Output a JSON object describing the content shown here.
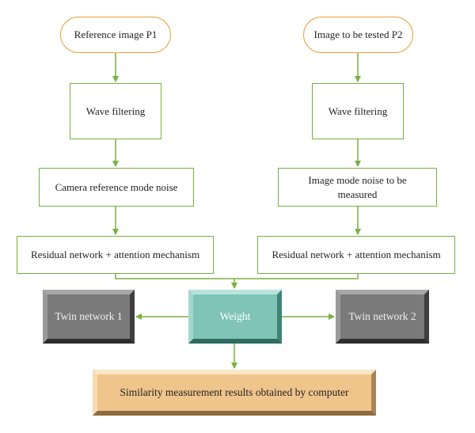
{
  "diagram": {
    "left_branch": {
      "input": "Reference image P1",
      "filter": "Wave filtering",
      "noise": "Camera reference mode noise",
      "network": "Residual network + attention mechanism"
    },
    "right_branch": {
      "input": "Image to be tested P2",
      "filter": "Wave filtering",
      "noise": "Image mode noise to be measured",
      "network": "Residual network + attention mechanism"
    },
    "weight": "Weight",
    "twin_1": "Twin network 1",
    "twin_2": "Twin network 2",
    "result": "Similarity measurement results obtained by computer"
  },
  "colors": {
    "arrow": "#78b040",
    "input_border": "#e8a33a",
    "box_border": "#78b040",
    "twin_fill": "#7a7a7a",
    "weight_fill": "#7fc4b6",
    "result_fill": "#f0c58c"
  }
}
